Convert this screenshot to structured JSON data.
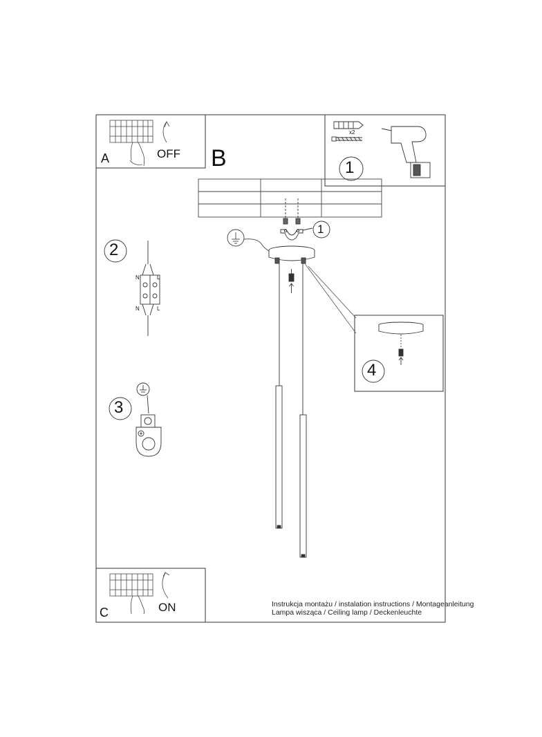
{
  "panels": {
    "a": {
      "letter": "A",
      "state": "OFF"
    },
    "b": {
      "letter": "B"
    },
    "c": {
      "letter": "C",
      "state": "ON"
    }
  },
  "steps": {
    "drill_box": "1",
    "screw_callout": "1",
    "wiring": "2",
    "ground": "3",
    "detail": "4"
  },
  "hardware": {
    "quantity": "x2"
  },
  "wiring_labels": {
    "neutral_top": "N",
    "live_top": "L",
    "neutral_bottom": "N",
    "live_bottom": "L"
  },
  "footer": {
    "line1": "Instrukcja montażu / instalation instructions / Montageanleitung",
    "line2": "Lampa wisząca / Ceiling lamp / Deckenleuchte"
  }
}
